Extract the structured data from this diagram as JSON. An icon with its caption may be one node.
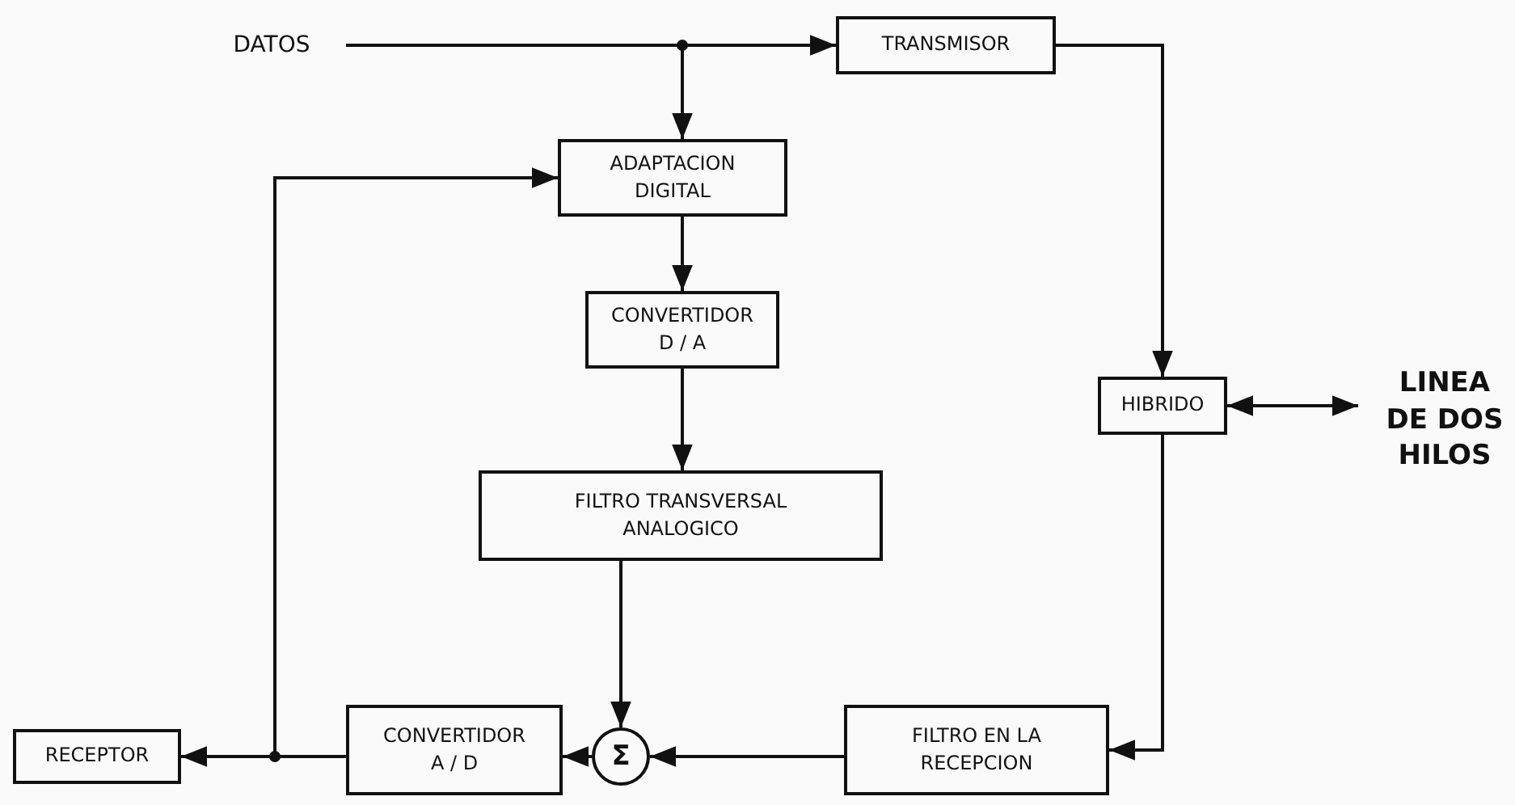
{
  "diagram": {
    "nodes": [
      {
        "text": [
          "DATOS"
        ]
      },
      {
        "text": [
          "TRANSMISOR"
        ]
      },
      {
        "text": [
          "ADAPTACION DIGITAL"
        ]
      },
      {
        "text": [
          "CONVERTIDOR D / A"
        ]
      },
      {
        "text": [
          "HIBRIDO"
        ]
      },
      {
        "text": [
          "LINEA DE DOS HILOS"
        ]
      },
      {
        "text": [
          "FILTRO TRANSVERSAL ANALOGICO"
        ]
      },
      {
        "text": [
          "RECEPTOR"
        ]
      },
      {
        "text": [
          "CONVERTIDOR A / D"
        ]
      },
      {
        "text": [
          "Σ"
        ]
      },
      {
        "text": [
          "FILTRO EN LA RECEPCION"
        ]
      }
    ],
    "edges": [
      {
        "from": 0,
        "to": 1,
        "arrow": "to"
      },
      {
        "from": 0,
        "to": 2,
        "arrow": "to"
      },
      {
        "from": 1,
        "to": 4,
        "arrow": "to"
      },
      {
        "from": 4,
        "to": 5,
        "arrow": "both"
      },
      {
        "from": 4,
        "to": 10,
        "arrow": "to"
      },
      {
        "from": 2,
        "to": 3,
        "arrow": "to"
      },
      {
        "from": 3,
        "to": 6,
        "arrow": "to"
      },
      {
        "from": 6,
        "to": 9,
        "arrow": "to"
      },
      {
        "from": 10,
        "to": 9,
        "arrow": "to"
      },
      {
        "from": 9,
        "to": 8,
        "arrow": "to"
      },
      {
        "from": 8,
        "to": 7,
        "arrow": "to"
      },
      {
        "from": 8,
        "to": 2,
        "arrow": "to"
      }
    ]
  }
}
